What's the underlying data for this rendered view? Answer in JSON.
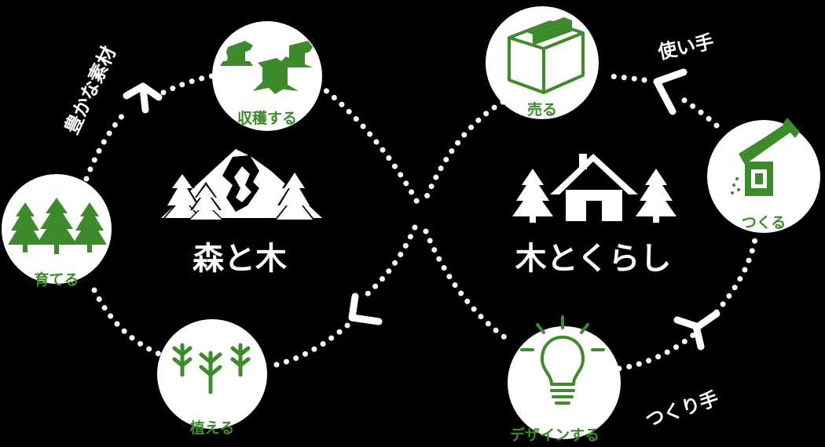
{
  "colors": {
    "background": "#000000",
    "accent_green": "#3d8b2b",
    "foreground": "#ffffff"
  },
  "left_cycle": {
    "title": "森と木",
    "side_label": "豊かな素材",
    "nodes": [
      {
        "label": "収穫する",
        "icon": "tree-stumps-icon"
      },
      {
        "label": "育てる",
        "icon": "conifer-trees-icon"
      },
      {
        "label": "植える",
        "icon": "seedlings-icon"
      }
    ]
  },
  "right_cycle": {
    "title": "木とくらし",
    "side_label_top": "使い手",
    "side_label_bottom": "つくり手",
    "nodes": [
      {
        "label": "売る",
        "icon": "cardboard-box-icon"
      },
      {
        "label": "つくる",
        "icon": "plane-tool-icon"
      },
      {
        "label": "デザインする",
        "icon": "lightbulb-icon"
      }
    ]
  }
}
